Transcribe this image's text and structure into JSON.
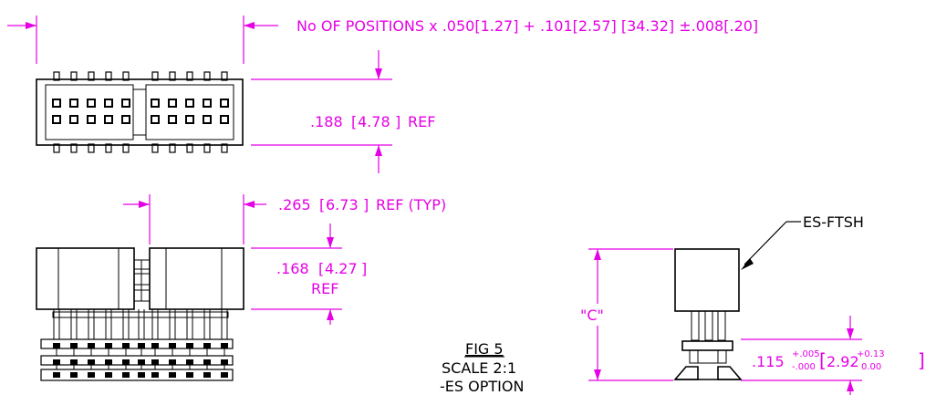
{
  "dimensions": {
    "overall_length": "No OF POSITIONS x .050[1.27] + .101[2.57] [34.32] ±.008[.20]",
    "top_height_in": ".188",
    "top_height_mm": "4.78",
    "top_height_ref": "REF",
    "end_offset_in": ".265",
    "end_offset_mm": "6.73",
    "end_offset_ref": "REF (TYP)",
    "side_height_in": ".168",
    "side_height_mm": "4.27",
    "side_height_ref": "REF",
    "c_label": "\"C\"",
    "lead_height_in": ".115",
    "lead_tol_in_plus": "+.005",
    "lead_tol_in_minus": "-.000",
    "lead_height_mm": "2.92",
    "lead_tol_mm_plus": "+0.13",
    "lead_tol_mm_minus": "0.00"
  },
  "labels": {
    "part_callout": "ES-FTSH",
    "figure": "FIG 5",
    "scale": "SCALE 2:1",
    "option": "-ES OPTION"
  },
  "colors": {
    "dimension": "#e600e6",
    "outline": "#000000"
  }
}
